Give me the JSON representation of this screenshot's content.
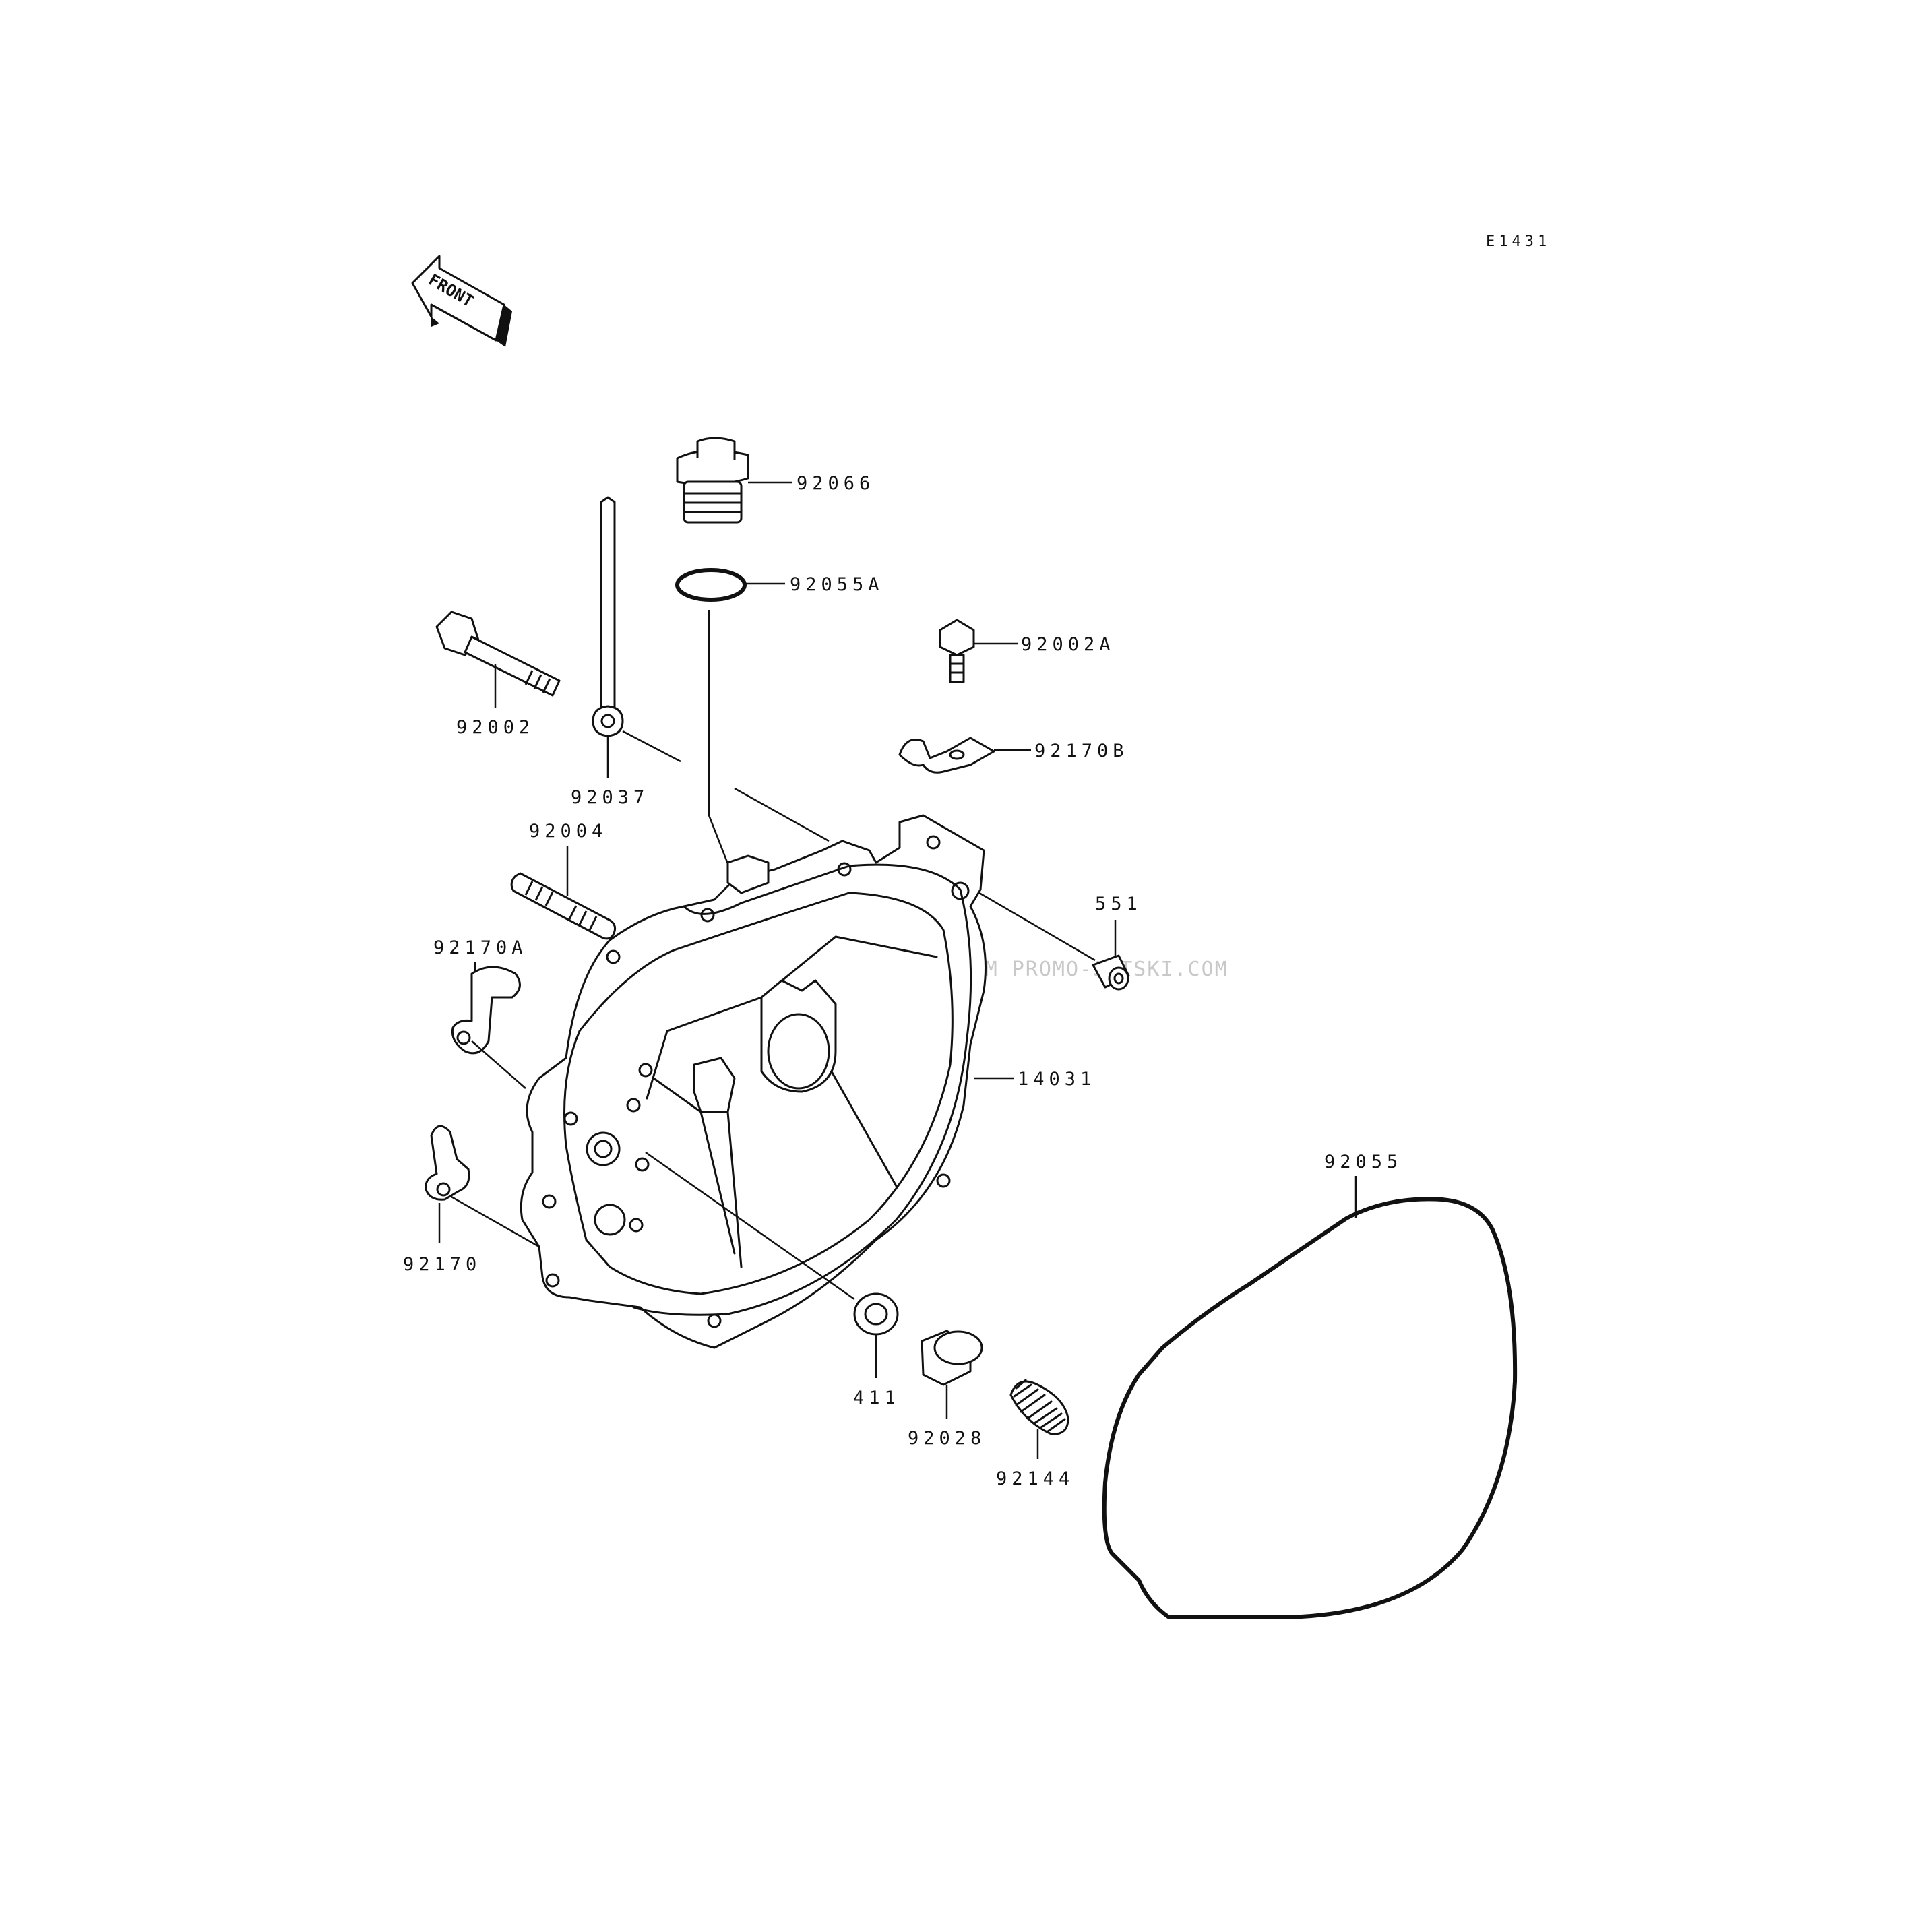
{
  "diagram": {
    "code": "E1431",
    "front_label": "FRONT",
    "watermark": "JETSKI.COM PROMO-JETSKI.COM  PROMO-JETSKI.COM",
    "parts": [
      {
        "id": "p92066",
        "number": "92066"
      },
      {
        "id": "p92055A",
        "number": "92055A"
      },
      {
        "id": "p92002A",
        "number": "92002A"
      },
      {
        "id": "p92002",
        "number": "92002"
      },
      {
        "id": "p92170B",
        "number": "92170B"
      },
      {
        "id": "p92037",
        "number": "92037"
      },
      {
        "id": "p92004",
        "number": "92004"
      },
      {
        "id": "p551",
        "number": "551"
      },
      {
        "id": "p92170A",
        "number": "92170A"
      },
      {
        "id": "p14031",
        "number": "14031"
      },
      {
        "id": "p92055",
        "number": "92055"
      },
      {
        "id": "p92170",
        "number": "92170"
      },
      {
        "id": "p411",
        "number": "411"
      },
      {
        "id": "p92028",
        "number": "92028"
      },
      {
        "id": "p92144",
        "number": "92144"
      }
    ]
  }
}
